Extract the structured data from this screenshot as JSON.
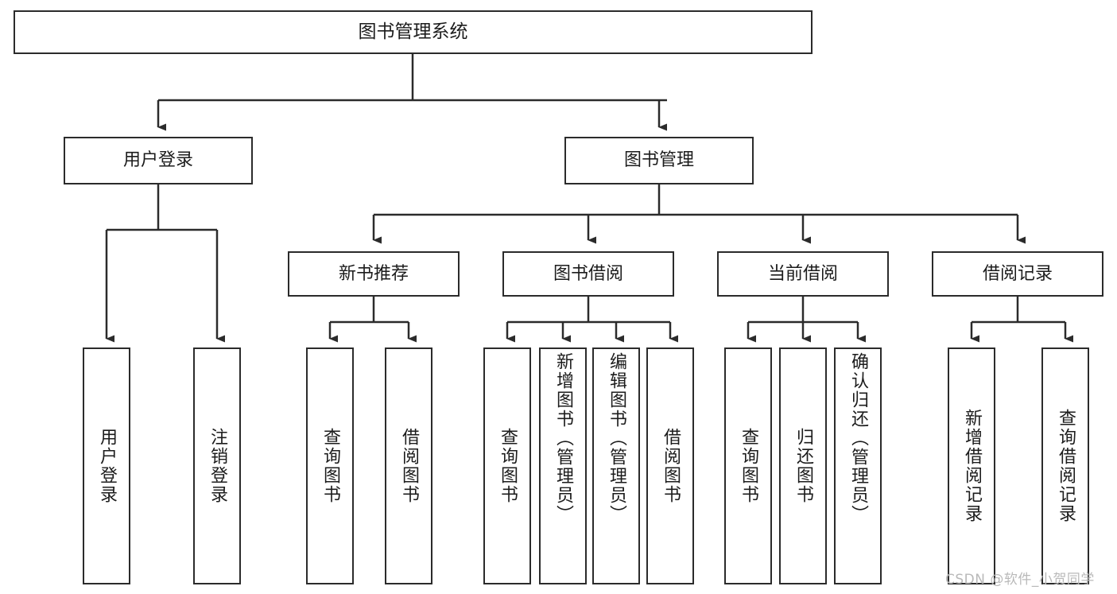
{
  "diagram": {
    "type": "tree-hierarchy-chart",
    "title": "图书管理系统",
    "line_color": "#2b2b2b",
    "box_fill": "#ffffff",
    "background": "#ffffff",
    "text_color": "#1c1c1c",
    "levels": {
      "root": {
        "label": "图书管理系统"
      },
      "level2": [
        {
          "id": "user-login",
          "label": "用户登录"
        },
        {
          "id": "book-management",
          "label": "图书管理"
        }
      ],
      "level3": [
        {
          "id": "new-book-recommend",
          "label": "新书推荐"
        },
        {
          "id": "book-borrow",
          "label": "图书借阅"
        },
        {
          "id": "current-borrow",
          "label": "当前借阅"
        },
        {
          "id": "borrow-record",
          "label": "借阅记录"
        }
      ],
      "leaves": {
        "user-login": [
          {
            "id": "leaf-user-login",
            "label": "用户登录"
          },
          {
            "id": "leaf-logout-login",
            "label": "注销登录"
          }
        ],
        "new-book-recommend": [
          {
            "id": "leaf-query-book-1",
            "label": "查询图书"
          },
          {
            "id": "leaf-borrow-book-1",
            "label": "借阅图书"
          }
        ],
        "book-borrow": [
          {
            "id": "leaf-query-book-2",
            "label": "查询图书"
          },
          {
            "id": "leaf-add-book-admin",
            "label": "新增图书（管理员）"
          },
          {
            "id": "leaf-edit-book-admin",
            "label": "编辑图书（管理员）"
          },
          {
            "id": "leaf-borrow-book-2",
            "label": "借阅图书"
          }
        ],
        "current-borrow": [
          {
            "id": "leaf-query-book-3",
            "label": "查询图书"
          },
          {
            "id": "leaf-return-book",
            "label": "归还图书"
          },
          {
            "id": "leaf-confirm-return-admin",
            "label": "确认归还（管理员）"
          }
        ],
        "borrow-record": [
          {
            "id": "leaf-add-borrow-record",
            "label": "新增借阅记录"
          },
          {
            "id": "leaf-query-borrow-record",
            "label": "查询借阅记录"
          }
        ]
      }
    }
  },
  "watermark": {
    "text": "CSDN @软件_小贺同学"
  }
}
